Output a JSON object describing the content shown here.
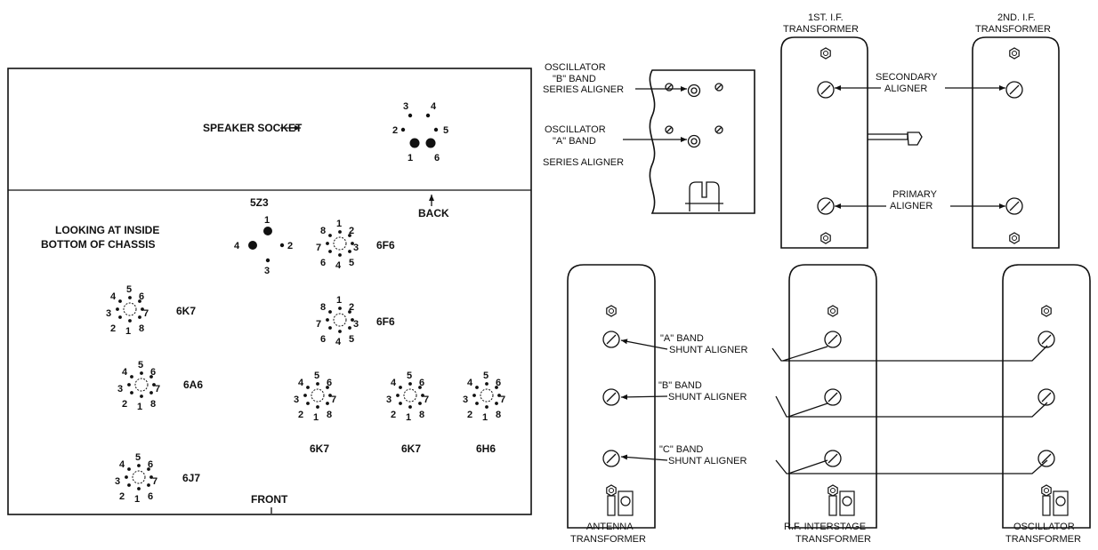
{
  "chassis": {
    "speaker_socket_label": "SPEAKER SOCKET",
    "speaker_pins": [
      "3",
      "4",
      "2",
      "5",
      "1",
      "6"
    ],
    "back_label": "BACK",
    "front_label": "FRONT",
    "view_label_line1": "LOOKING AT INSIDE",
    "view_label_line2": "BOTTOM OF CHASSIS",
    "tube_5z3": {
      "name": "5Z3",
      "pins": [
        "1",
        "4",
        "2",
        "3"
      ]
    },
    "tube_6f6_a": {
      "name": "6F6",
      "pins": [
        "8",
        "1",
        "2",
        "7",
        "3",
        "6",
        "4",
        "5"
      ]
    },
    "tube_6f6_b": {
      "name": "6F6",
      "pins": [
        "8",
        "1",
        "2",
        "7",
        "3",
        "6",
        "4",
        "5"
      ]
    },
    "tube_6k7_a": {
      "name": "6K7",
      "pins": [
        "4",
        "5",
        "6",
        "3",
        "7",
        "2",
        "1",
        "8"
      ]
    },
    "tube_6a6": {
      "name": "6A6",
      "pins": [
        "4",
        "5",
        "6",
        "3",
        "7",
        "2",
        "1",
        "8"
      ]
    },
    "tube_6j7": {
      "name": "6J7",
      "pins": [
        "4",
        "5",
        "6",
        "3",
        "7",
        "2",
        "1",
        "6"
      ]
    },
    "tube_6k7_b": {
      "name": "6K7",
      "pins": [
        "4",
        "5",
        "6",
        "3",
        "7",
        "2",
        "1",
        "8"
      ]
    },
    "tube_6k7_c": {
      "name": "6K7",
      "pins": [
        "4",
        "5",
        "6",
        "3",
        "7",
        "2",
        "1",
        "8"
      ]
    },
    "tube_6h6": {
      "name": "6H6",
      "pins": [
        "4",
        "5",
        "6",
        "3",
        "7",
        "2",
        "1",
        "8"
      ]
    }
  },
  "oscillator": {
    "b_band_line1": "OSCILLATOR",
    "b_band_line2": "\"B\" BAND",
    "b_band_line3": "SERIES ALIGNER",
    "a_band_line1": "OSCILLATOR",
    "a_band_line2": "\"A\" BAND",
    "a_band_line3": "SERIES ALIGNER"
  },
  "if_transformers": {
    "first_line1": "1ST. I.F.",
    "first_line2": "TRANSFORMER",
    "second_line1": "2ND. I.F.",
    "second_line2": "TRANSFORMER",
    "secondary_line1": "SECONDARY",
    "secondary_line2": "ALIGNER",
    "primary_line1": "PRIMARY",
    "primary_line2": "ALIGNER"
  },
  "rf_transformers": {
    "antenna_line1": "ANTENNA",
    "antenna_line2": "TRANSFORMER",
    "interstage_line1": "R.F. INTERSTAGE",
    "interstage_line2": "TRANSFORMER",
    "oscillator_line1": "OSCILLATOR",
    "oscillator_line2": "TRANSFORMER",
    "a_band_line1": "\"A\" BAND",
    "a_band_line2": "SHUNT ALIGNER",
    "b_band_line1": "\"B\" BAND",
    "b_band_line2": "SHUNT ALIGNER",
    "c_band_line1": "\"C\" BAND",
    "c_band_line2": "SHUNT ALIGNER"
  }
}
